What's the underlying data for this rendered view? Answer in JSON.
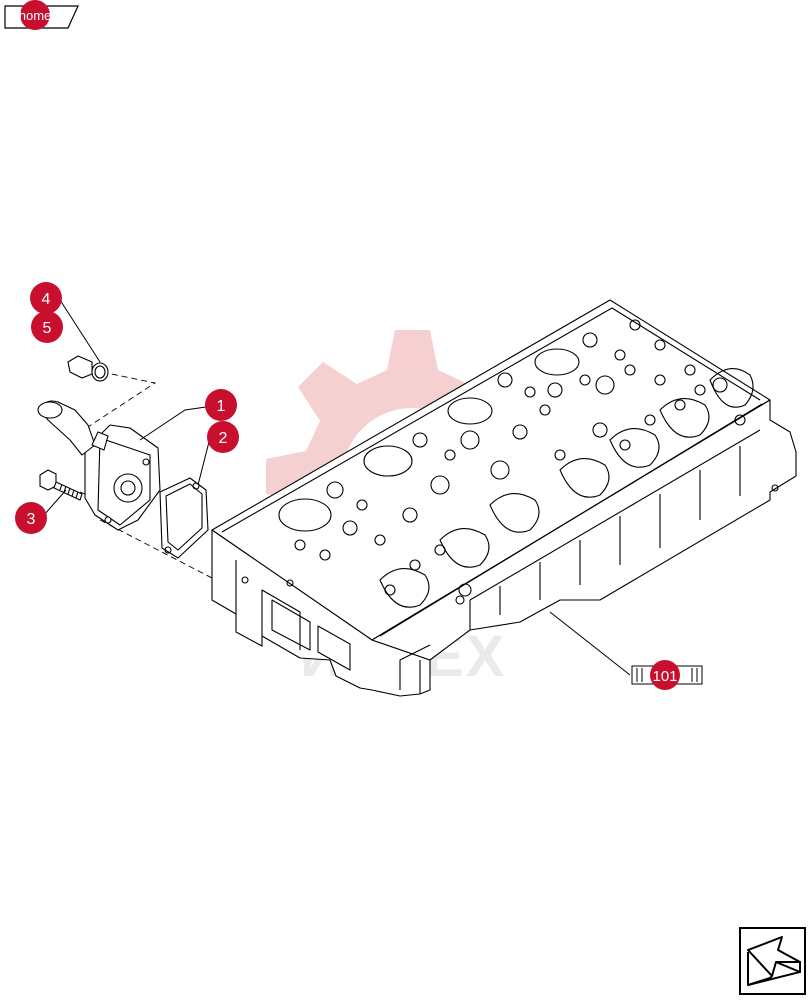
{
  "home_label": "home",
  "callouts": [
    {
      "label": "1"
    },
    {
      "label": "2"
    },
    {
      "label": "3"
    },
    {
      "label": "4"
    },
    {
      "label": "5"
    }
  ],
  "reference": {
    "label": "101"
  },
  "watermark": {
    "text": "ИНТЕХ"
  },
  "colors": {
    "callout": "#c8102e",
    "line": "#000000",
    "watermark": "#e8a0a0"
  },
  "icons": {
    "home": "home-tab-icon",
    "navigate": "next-page-arrow-icon"
  }
}
